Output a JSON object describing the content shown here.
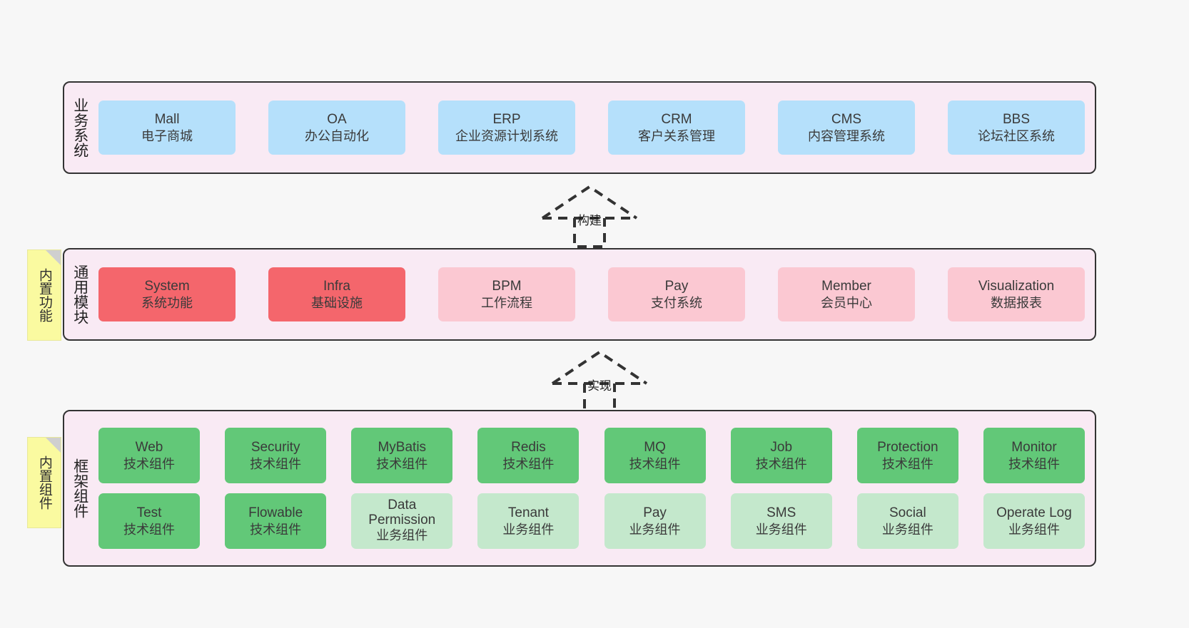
{
  "page": {
    "background_color": "#f7f7f7",
    "panel_background": "#f9eaf4",
    "panel_border": "#333333"
  },
  "layers": [
    {
      "id": "business-system",
      "title": "业务系统",
      "nodes": [
        {
          "en": "Mall",
          "cn": "电子商城",
          "color": "#b5e0fb",
          "style": "blue"
        },
        {
          "en": "OA",
          "cn": "办公自动化",
          "color": "#b5e0fb",
          "style": "blue"
        },
        {
          "en": "ERP",
          "cn": "企业资源计划系统",
          "color": "#b5e0fb",
          "style": "blue"
        },
        {
          "en": "CRM",
          "cn": "客户关系管理",
          "color": "#b5e0fb",
          "style": "blue"
        },
        {
          "en": "CMS",
          "cn": "内容管理系统",
          "color": "#b5e0fb",
          "style": "blue"
        },
        {
          "en": "BBS",
          "cn": "论坛社区系统",
          "color": "#b5e0fb",
          "style": "blue"
        }
      ]
    },
    {
      "id": "common-module",
      "title": "通用模块",
      "note": "内置功能",
      "nodes": [
        {
          "en": "System",
          "cn": "系统功能",
          "color": "#f4666c",
          "style": "red"
        },
        {
          "en": "Infra",
          "cn": "基础设施",
          "color": "#f4666c",
          "style": "red"
        },
        {
          "en": "BPM",
          "cn": "工作流程",
          "color": "#fbc8d2",
          "style": "pink"
        },
        {
          "en": "Pay",
          "cn": "支付系统",
          "color": "#fbc8d2",
          "style": "pink"
        },
        {
          "en": "Member",
          "cn": "会员中心",
          "color": "#fbc8d2",
          "style": "pink"
        },
        {
          "en": "Visualization",
          "cn": "数据报表",
          "color": "#fbc8d2",
          "style": "pink"
        }
      ]
    },
    {
      "id": "framework-component",
      "title": "框架组件",
      "note": "内置组件",
      "rows": [
        [
          {
            "en": "Web",
            "cn": "技术组件",
            "color": "#62c878",
            "style": "green"
          },
          {
            "en": "Security",
            "cn": "技术组件",
            "color": "#62c878",
            "style": "green"
          },
          {
            "en": "MyBatis",
            "cn": "技术组件",
            "color": "#62c878",
            "style": "green"
          },
          {
            "en": "Redis",
            "cn": "技术组件",
            "color": "#62c878",
            "style": "green"
          },
          {
            "en": "MQ",
            "cn": "技术组件",
            "color": "#62c878",
            "style": "green"
          },
          {
            "en": "Job",
            "cn": "技术组件",
            "color": "#62c878",
            "style": "green"
          },
          {
            "en": "Protection",
            "cn": "技术组件",
            "color": "#62c878",
            "style": "green"
          },
          {
            "en": "Monitor",
            "cn": "技术组件",
            "color": "#62c878",
            "style": "green"
          }
        ],
        [
          {
            "en": "Test",
            "cn": "技术组件",
            "color": "#62c878",
            "style": "green"
          },
          {
            "en": "Flowable",
            "cn": "技术组件",
            "color": "#62c878",
            "style": "green"
          },
          {
            "en": "Data Permission",
            "cn": "业务组件",
            "color": "#c4e8cc",
            "style": "lgreen"
          },
          {
            "en": "Tenant",
            "cn": "业务组件",
            "color": "#c4e8cc",
            "style": "lgreen"
          },
          {
            "en": "Pay",
            "cn": "业务组件",
            "color": "#c4e8cc",
            "style": "lgreen"
          },
          {
            "en": "SMS",
            "cn": "业务组件",
            "color": "#c4e8cc",
            "style": "lgreen"
          },
          {
            "en": "Social",
            "cn": "业务组件",
            "color": "#c4e8cc",
            "style": "lgreen"
          },
          {
            "en": "Operate Log",
            "cn": "业务组件",
            "color": "#c4e8cc",
            "style": "lgreen"
          }
        ]
      ]
    }
  ],
  "connectors": [
    {
      "id": "build",
      "label": "构建",
      "from": "common-module",
      "to": "business-system",
      "style": "dashed-generalization"
    },
    {
      "id": "implement",
      "label": "实现",
      "from": "framework-component",
      "to": "common-module",
      "style": "dashed-generalization"
    }
  ]
}
